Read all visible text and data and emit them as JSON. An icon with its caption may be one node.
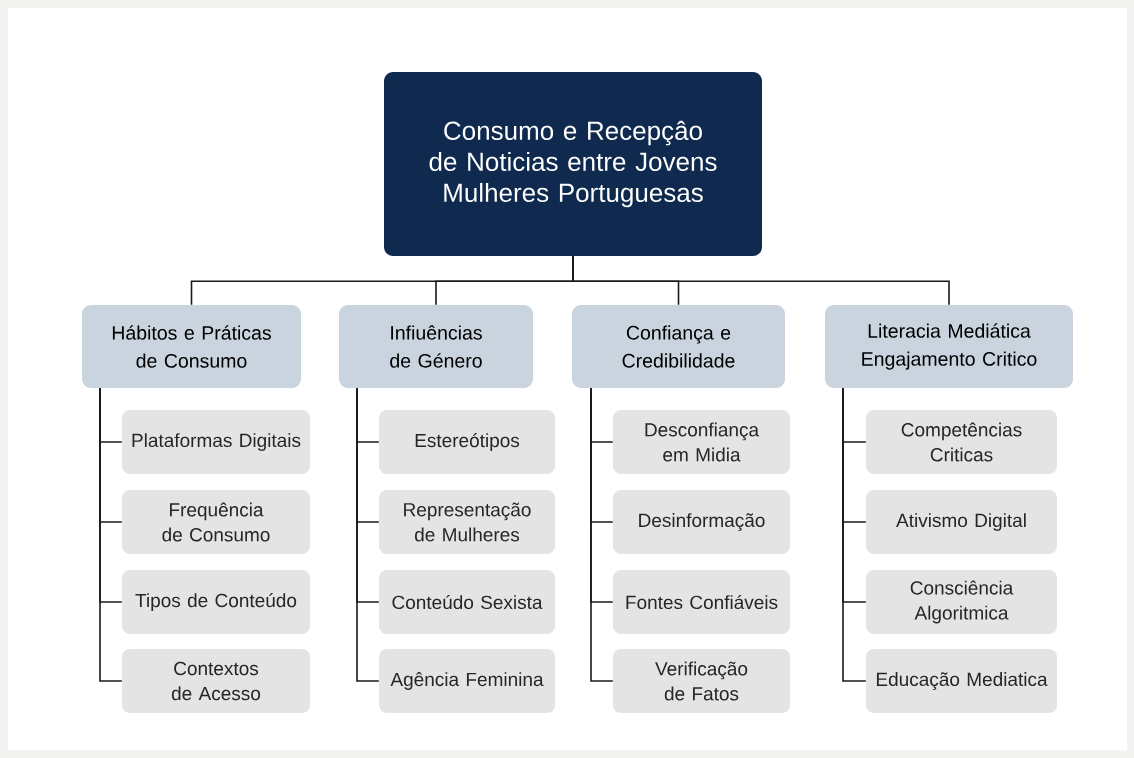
{
  "diagram": {
    "nodes": [
      {
        "text": [
          "Consumo e Recepçâo de Noticias entre Jovens Mulheres Portuguesas"
        ]
      },
      {
        "text": [
          "Hábitos e Práticas de Consumo"
        ]
      },
      {
        "text": [
          "Plataformas Digitais"
        ]
      },
      {
        "text": [
          "Frequência de Consumo"
        ]
      },
      {
        "text": [
          "Tipos de Conteúdo"
        ]
      },
      {
        "text": [
          "Contextos de Acesso"
        ]
      },
      {
        "text": [
          "Infiuências de Género"
        ]
      },
      {
        "text": [
          "Estereótipos"
        ]
      },
      {
        "text": [
          "Representação de Mulheres"
        ]
      },
      {
        "text": [
          "Conteúdo Sexista"
        ]
      },
      {
        "text": [
          "Agência Feminina"
        ]
      },
      {
        "text": [
          "Confiança e Credibilidade"
        ]
      },
      {
        "text": [
          "Desconfiança em Midia"
        ]
      },
      {
        "text": [
          "Desinformação"
        ]
      },
      {
        "text": [
          "Fontes Confiáveis"
        ]
      },
      {
        "text": [
          "Verificação de Fatos"
        ]
      },
      {
        "text": [
          "Literacia Mediática Engajamento Critico"
        ]
      },
      {
        "text": [
          "Competências Criticas"
        ]
      },
      {
        "text": [
          "Ativismo Digital"
        ]
      },
      {
        "text": [
          "Consciência Algoritmica"
        ]
      },
      {
        "text": [
          "Educação Mediatica"
        ]
      }
    ],
    "edges": [
      {
        "from": 0,
        "to": 1,
        "arrow": "none"
      },
      {
        "from": 0,
        "to": 6,
        "arrow": "none"
      },
      {
        "from": 0,
        "to": 11,
        "arrow": "none"
      },
      {
        "from": 0,
        "to": 16,
        "arrow": "none"
      },
      {
        "from": 1,
        "to": 2,
        "arrow": "none"
      },
      {
        "from": 1,
        "to": 3,
        "arrow": "none"
      },
      {
        "from": 1,
        "to": 4,
        "arrow": "none"
      },
      {
        "from": 1,
        "to": 5,
        "arrow": "none"
      },
      {
        "from": 6,
        "to": 7,
        "arrow": "none"
      },
      {
        "from": 6,
        "to": 8,
        "arrow": "none"
      },
      {
        "from": 6,
        "to": 9,
        "arrow": "none"
      },
      {
        "from": 6,
        "to": 10,
        "arrow": "none"
      },
      {
        "from": 11,
        "to": 12,
        "arrow": "none"
      },
      {
        "from": 11,
        "to": 13,
        "arrow": "none"
      },
      {
        "from": 11,
        "to": 14,
        "arrow": "none"
      },
      {
        "from": 11,
        "to": 15,
        "arrow": "none"
      },
      {
        "from": 16,
        "to": 17,
        "arrow": "none"
      },
      {
        "from": 16,
        "to": 18,
        "arrow": "none"
      },
      {
        "from": 16,
        "to": 19,
        "arrow": "none"
      },
      {
        "from": 16,
        "to": 20,
        "arrow": "none"
      }
    ]
  }
}
